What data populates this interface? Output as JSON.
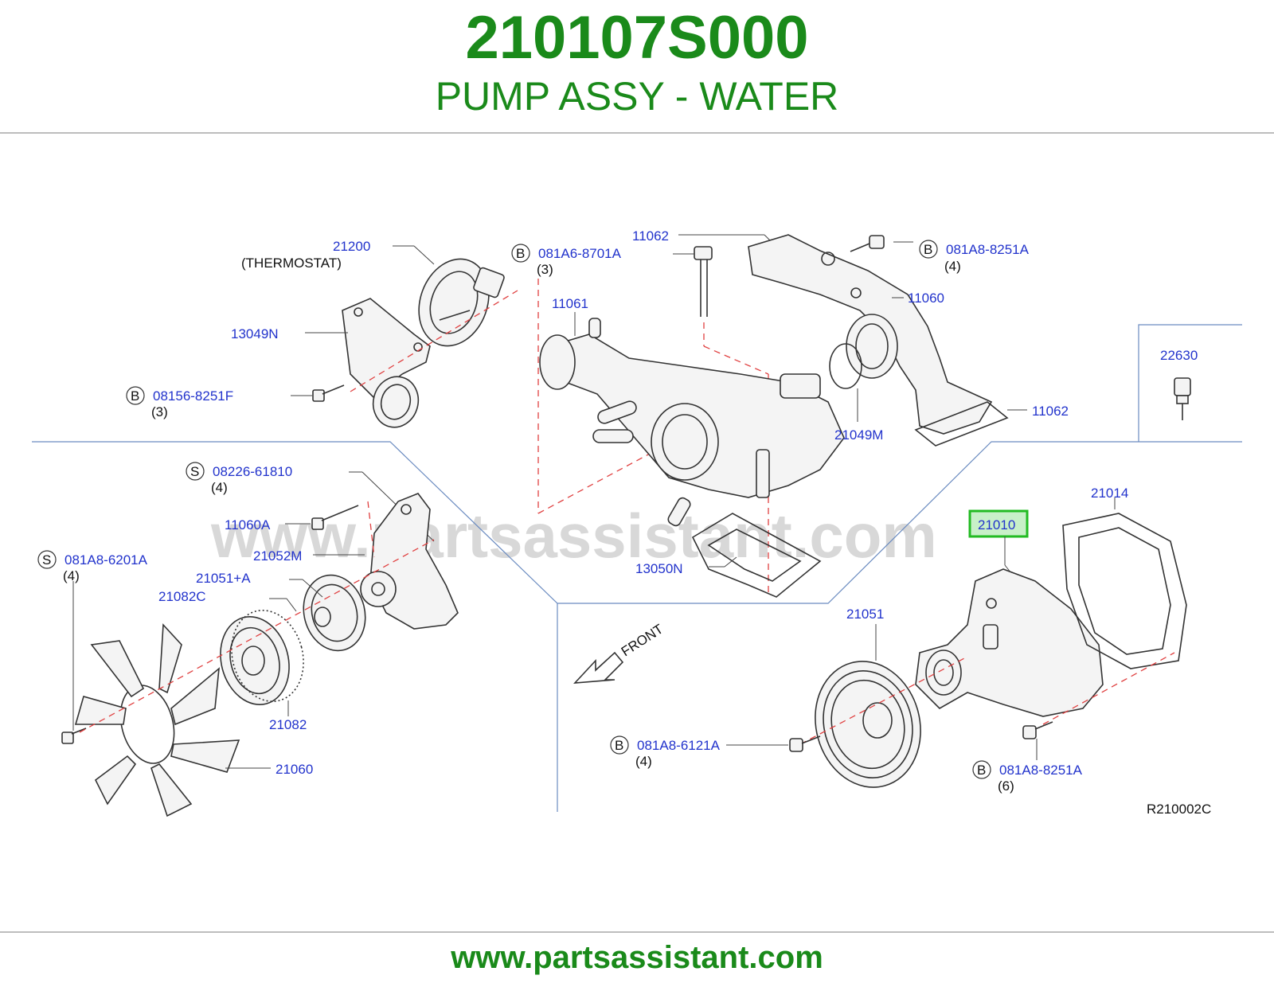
{
  "header": {
    "part_number": "210107S000",
    "part_name": "PUMP ASSY - WATER"
  },
  "footer": {
    "url": "www.partsassistant.com"
  },
  "watermark": "www.partsassistant.com",
  "colors": {
    "brand_green": "#1a8a1a",
    "label_blue": "#2233cc",
    "highlight_green": "#22bb22",
    "highlight_fill": "#c8f0c8"
  },
  "diagram": {
    "ref_code": "R210002C",
    "front_label": "FRONT",
    "labels": {
      "p21200": "21200",
      "thermostat": "(THERMOSTAT)",
      "p13049n": "13049N",
      "p08156": "08156-8251F",
      "p08156_qty": "(3)",
      "p081a6_8701a": "081A6-8701A",
      "p081a6_8701a_qty": "(3)",
      "p11062_top": "11062",
      "p11061": "11061",
      "p081a8_8251a_top": "081A8-8251A",
      "p081a8_8251a_top_qty": "(4)",
      "p11060": "11060",
      "p22630": "22630",
      "p11062_right": "11062",
      "p21049m": "21049M",
      "p08226": "08226-61810",
      "p08226_qty": "(4)",
      "p11060a": "11060A",
      "p21052m": "21052M",
      "p081a8_6201a": "081A8-6201A",
      "p081a8_6201a_qty": "(4)",
      "p21051a": "21051+A",
      "p21082c": "21082C",
      "p21082": "21082",
      "p21060": "21060",
      "p13050n": "13050N",
      "p21014": "21014",
      "p21010": "21010",
      "p21051": "21051",
      "p081a8_6121a": "081A8-6121A",
      "p081a8_6121a_qty": "(4)",
      "p081a8_8251a_bot": "081A8-8251A",
      "p081a8_8251a_bot_qty": "(6)"
    },
    "callout_letters": {
      "b": "B",
      "s": "S"
    }
  }
}
